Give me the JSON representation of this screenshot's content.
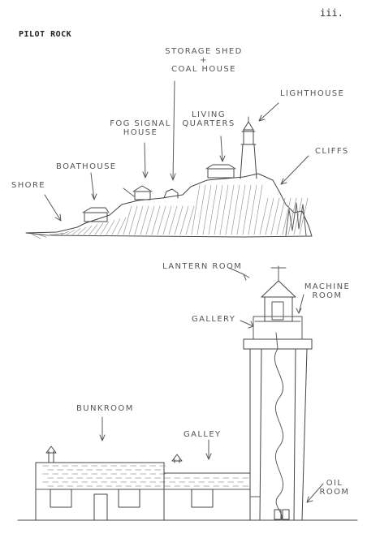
{
  "page_number": "iii.",
  "title": "PILOT ROCK",
  "top_sketch": {
    "labels": {
      "storage_shed": "STORAGE SHED",
      "plus": "+",
      "coal_house": "COAL HOUSE",
      "lighthouse": "LIGHTHOUSE",
      "living_quarters_1": "LIVING",
      "living_quarters_2": "QUARTERS",
      "fog_signal_1": "FOG SIGNAL",
      "fog_signal_2": "HOUSE",
      "cliffs": "CLIFFS",
      "boathouse": "BOATHOUSE",
      "shore": "SHORE"
    }
  },
  "bottom_sketch": {
    "labels": {
      "lantern_room": "LANTERN ROOM",
      "machine_room_1": "MACHINE",
      "machine_room_2": "ROOM",
      "gallery": "GALLERY",
      "bunkroom": "BUNKROOM",
      "galley": "GALLEY",
      "oil_room_1": "OIL",
      "oil_room_2": "ROOM"
    }
  },
  "colors": {
    "ink": "#5a5a5a",
    "paper": "#ffffff"
  }
}
